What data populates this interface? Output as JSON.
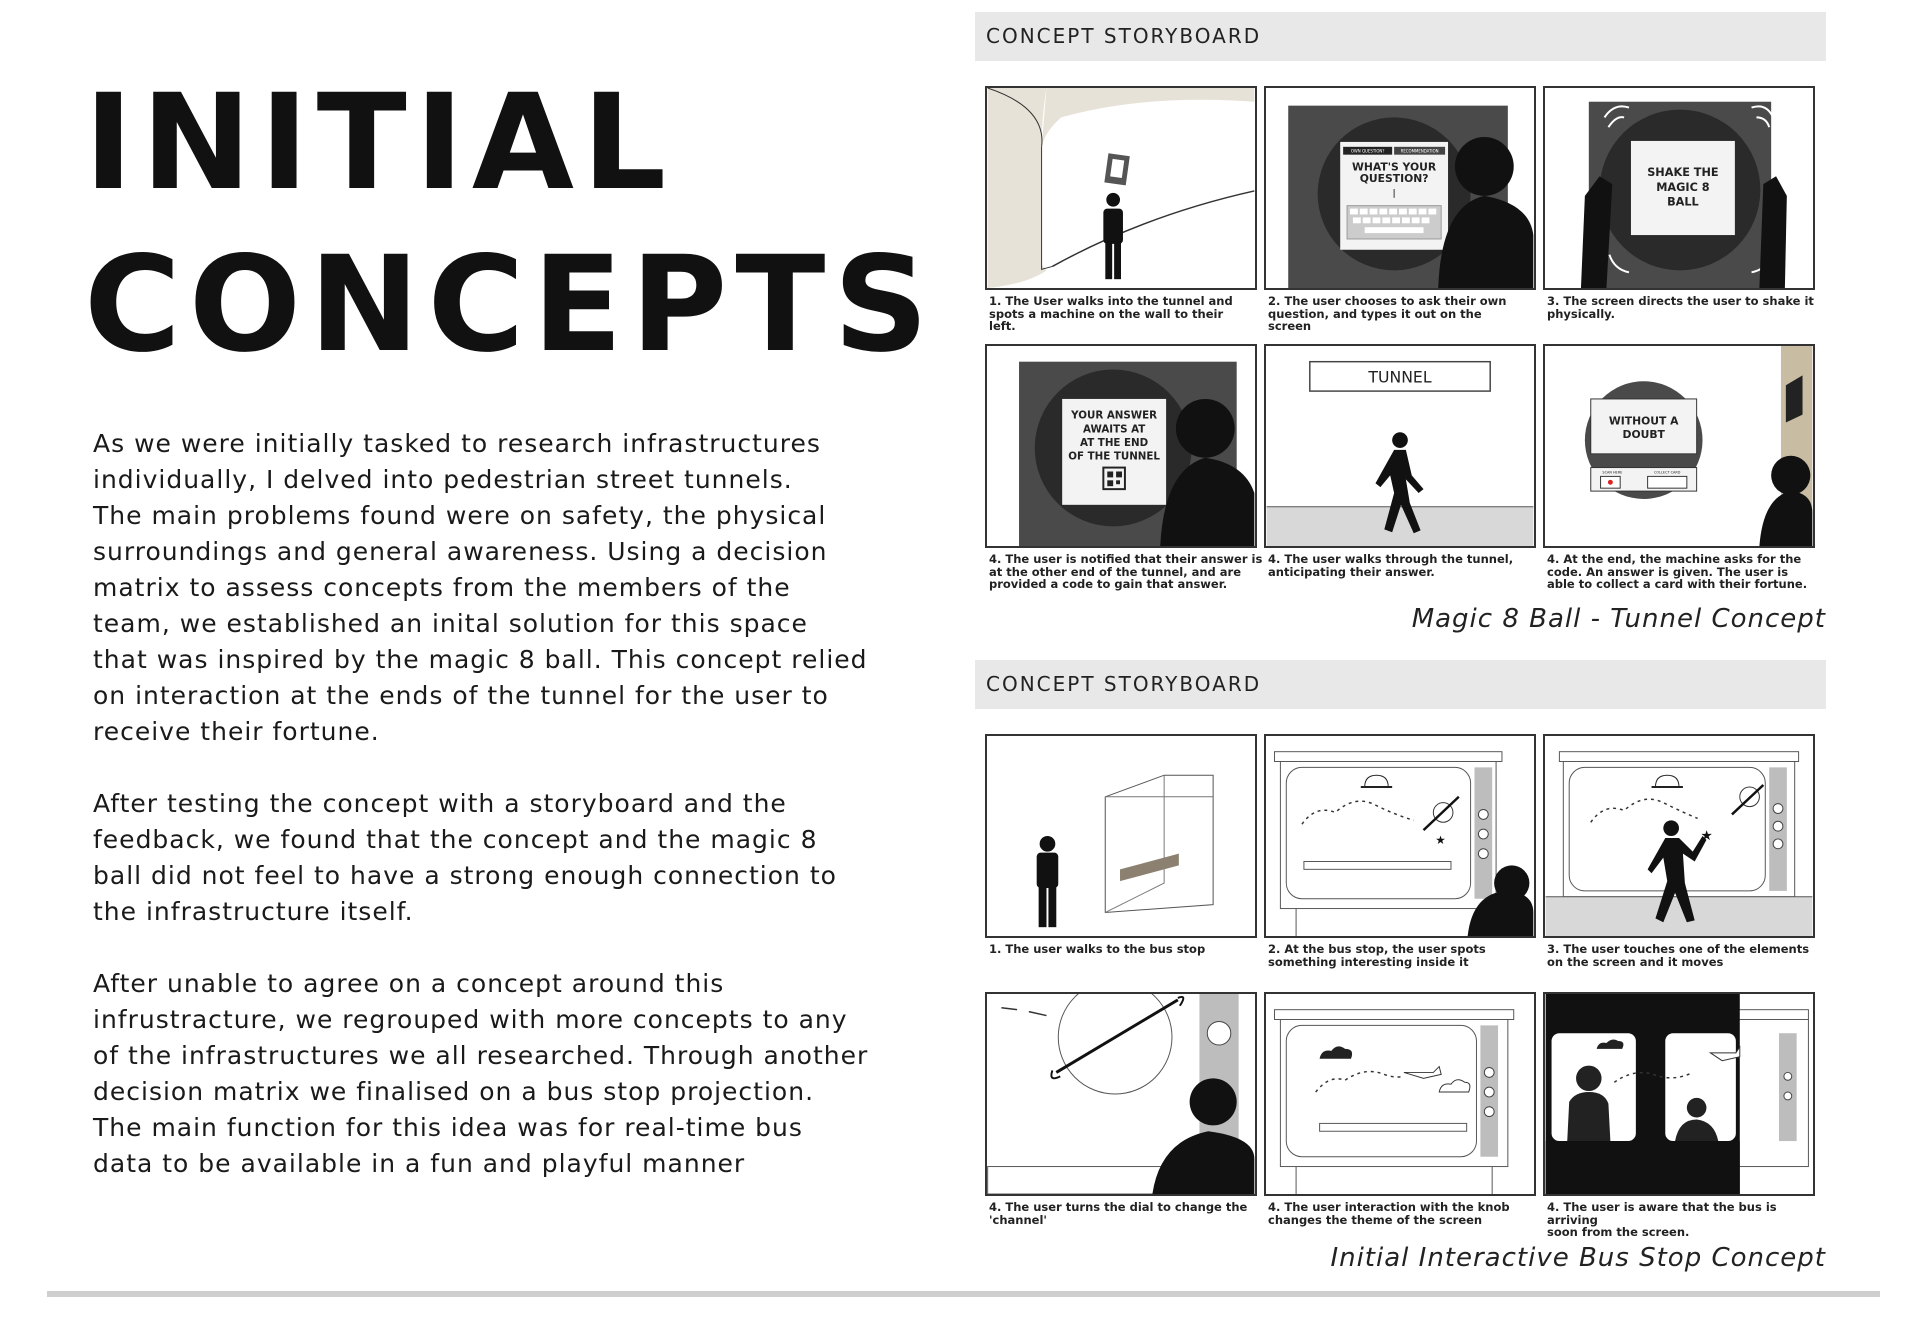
{
  "title": {
    "line1": "INITIAL",
    "line2": "CONCEPTS"
  },
  "body": {
    "p1": "As we were initially tasked to research infrastructures\nindividually, I delved into pedestrian street tunnels.\nThe main problems found were on safety, the physical\nsurroundings and general awareness. Using a decision\nmatrix to assess concepts from the members of the\nteam, we established an inital solution for this space\nthat was inspired by the magic 8 ball. This concept relied\non interaction at the ends of the tunnel for the user to\nreceive their fortune.",
    "p2": "After testing the concept with a storyboard and the\nfeedback, we found that the concept and the magic 8\nball did not feel to have a strong enough connection to\nthe infrastructure itself.",
    "p3": "After unable to agree on a concept around this\ninfrustracture, we regrouped with more concepts to any\nof the infrastructures we all researched. Through another\ndecision matrix we finalised on a bus stop projection.\nThe main function for this idea was for real-time bus\ndata to be available in a fun and playful manner"
  },
  "storyboard1": {
    "header": "CONCEPT STORYBOARD",
    "label": "Magic 8 Ball - Tunnel Concept",
    "captions": [
      "1. The User walks into the tunnel and\n    spots a machine on the wall to their\n    left.",
      "2. The user chooses to ask their own\n    question, and types it out on the\n    screen",
      "3. The screen directs the user to shake it\n    physically.",
      "4. The user is notified that their answer is\n    at the other end of the tunnel, and are\n    provided a code to gain that answer.",
      "4. The user walks through the tunnel,\n    anticipating their answer.",
      "4. At the end, the machine asks for the\n    code. An answer is given. The user is\n    able to collect a card with their fortune."
    ],
    "panel_text": {
      "tabs_left": "OWN QUESTION?",
      "tabs_right": "RECOMMENDATION",
      "question_line1": "WHAT'S YOUR",
      "question_line2": "QUESTION?",
      "shake_line1": "SHAKE THE",
      "shake_line2": "MAGIC 8",
      "shake_line3": "BALL",
      "answer_line1": "YOUR ANSWER",
      "answer_line2": "AWAITS AT",
      "answer_line3": "AT THE END",
      "answer_line4": "OF THE TUNNEL",
      "tunnel_sign": "TUNNEL",
      "doubt_line1": "WITHOUT A",
      "doubt_line2": "DOUBT",
      "scan_label": "SCAN HERE",
      "collect_label": "COLLECT CARD"
    }
  },
  "storyboard2": {
    "header": "CONCEPT STORYBOARD",
    "label": "Initial Interactive Bus Stop Concept",
    "captions": [
      "1. The user walks to the bus stop",
      "2. At the bus stop, the user spots\n    something interesting inside it",
      "3. The user touches one of the elements\n    on the screen and it moves",
      "4. The user turns the dial to change the\n    'channel'",
      "4. The user interaction with the knob\n    changes the theme of the screen",
      "4. The user is aware that the bus is arriving\n    soon from the screen."
    ]
  },
  "colors": {
    "header_bg": "#e8e8e8",
    "dark_panel": "#4a4a4a",
    "rule": "#cfcfcf",
    "beige": "#e7e2d8"
  }
}
